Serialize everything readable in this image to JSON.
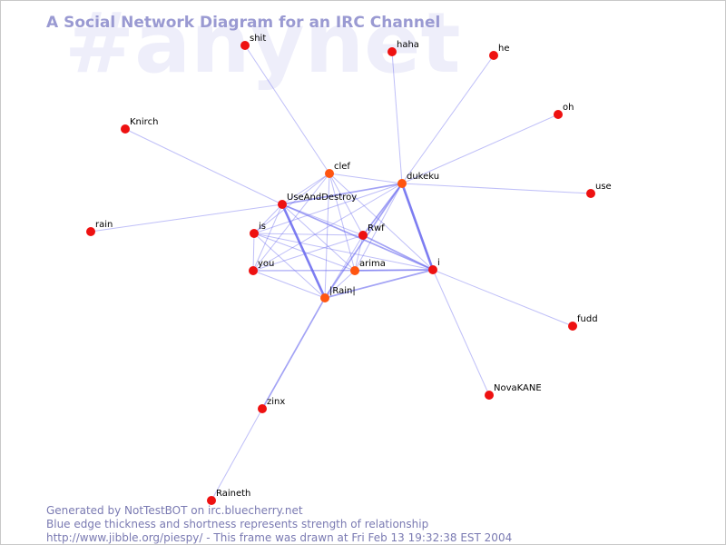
{
  "watermark": "#anynet",
  "title": "A Social Network Diagram for an IRC Channel",
  "footer": [
    "Generated by NotTestBOT on irc.bluecherry.net",
    "Blue edge thickness and shortness represents strength of relationship",
    "http://www.jibble.org/piespy/ - This frame was drawn at Fri Feb 13 19:32:38 EST 2004"
  ],
  "colors": {
    "node": "#ee1111",
    "node_active": "#ff5511",
    "edge": "#6666ee",
    "title": "#9a9ad2"
  },
  "nodes": [
    {
      "id": "shit",
      "label": "shit",
      "state": "normal"
    },
    {
      "id": "haha",
      "label": "haha",
      "state": "normal"
    },
    {
      "id": "he",
      "label": "he",
      "state": "normal"
    },
    {
      "id": "oh",
      "label": "oh",
      "state": "normal"
    },
    {
      "id": "Knirch",
      "label": "Knirch",
      "state": "normal"
    },
    {
      "id": "clef",
      "label": "clef",
      "state": "active"
    },
    {
      "id": "dukeku",
      "label": "dukeku",
      "state": "active"
    },
    {
      "id": "use",
      "label": "use",
      "state": "normal"
    },
    {
      "id": "UseAndDestroy",
      "label": "UseAndDestroy",
      "state": "normal"
    },
    {
      "id": "rain",
      "label": "rain",
      "state": "normal"
    },
    {
      "id": "is",
      "label": "is",
      "state": "normal"
    },
    {
      "id": "Rwf",
      "label": "Rwf",
      "state": "normal"
    },
    {
      "id": "you",
      "label": "you",
      "state": "normal"
    },
    {
      "id": "arima",
      "label": "arima",
      "state": "active"
    },
    {
      "id": "i",
      "label": "i",
      "state": "normal"
    },
    {
      "id": "Rain",
      "label": "|Rain|",
      "state": "active"
    },
    {
      "id": "fudd",
      "label": "fudd",
      "state": "normal"
    },
    {
      "id": "NovaKANE",
      "label": "NovaKANE",
      "state": "normal"
    },
    {
      "id": "zinx",
      "label": "zinx",
      "state": "normal"
    },
    {
      "id": "Raineth",
      "label": "Raineth",
      "state": "normal"
    }
  ],
  "edges": [
    [
      "shit",
      "clef",
      1
    ],
    [
      "haha",
      "dukeku",
      1
    ],
    [
      "he",
      "dukeku",
      1
    ],
    [
      "oh",
      "dukeku",
      1
    ],
    [
      "use",
      "dukeku",
      1
    ],
    [
      "Knirch",
      "UseAndDestroy",
      1
    ],
    [
      "rain",
      "UseAndDestroy",
      1
    ],
    [
      "fudd",
      "i",
      1
    ],
    [
      "NovaKANE",
      "i",
      1
    ],
    [
      "zinx",
      "Rain",
      2
    ],
    [
      "Raineth",
      "zinx",
      1
    ],
    [
      "UseAndDestroy",
      "dukeku",
      2
    ],
    [
      "UseAndDestroy",
      "i",
      2
    ],
    [
      "UseAndDestroy",
      "Rain",
      3
    ],
    [
      "UseAndDestroy",
      "Rwf",
      1
    ],
    [
      "UseAndDestroy",
      "is",
      1
    ],
    [
      "UseAndDestroy",
      "you",
      1
    ],
    [
      "UseAndDestroy",
      "arima",
      1
    ],
    [
      "UseAndDestroy",
      "clef",
      1
    ],
    [
      "dukeku",
      "i",
      3
    ],
    [
      "dukeku",
      "Rwf",
      2
    ],
    [
      "dukeku",
      "Rain",
      2
    ],
    [
      "dukeku",
      "is",
      1
    ],
    [
      "dukeku",
      "you",
      1
    ],
    [
      "dukeku",
      "arima",
      1
    ],
    [
      "dukeku",
      "clef",
      1
    ],
    [
      "Rwf",
      "i",
      2
    ],
    [
      "Rwf",
      "is",
      1
    ],
    [
      "Rwf",
      "you",
      1
    ],
    [
      "Rwf",
      "Rain",
      1
    ],
    [
      "Rwf",
      "clef",
      1
    ],
    [
      "arima",
      "i",
      2
    ],
    [
      "Rain",
      "i",
      2
    ],
    [
      "is",
      "i",
      1
    ],
    [
      "is",
      "you",
      1
    ],
    [
      "is",
      "Rain",
      1
    ],
    [
      "is",
      "arima",
      1
    ],
    [
      "is",
      "clef",
      1
    ],
    [
      "you",
      "i",
      1
    ],
    [
      "you",
      "Rain",
      1
    ],
    [
      "you",
      "arima",
      1
    ],
    [
      "you",
      "clef",
      1
    ],
    [
      "clef",
      "Rain",
      1
    ],
    [
      "clef",
      "i",
      1
    ],
    [
      "clef",
      "arima",
      1
    ],
    [
      "arima",
      "Rain",
      1
    ],
    [
      "arima",
      "Rwf",
      1
    ]
  ]
}
